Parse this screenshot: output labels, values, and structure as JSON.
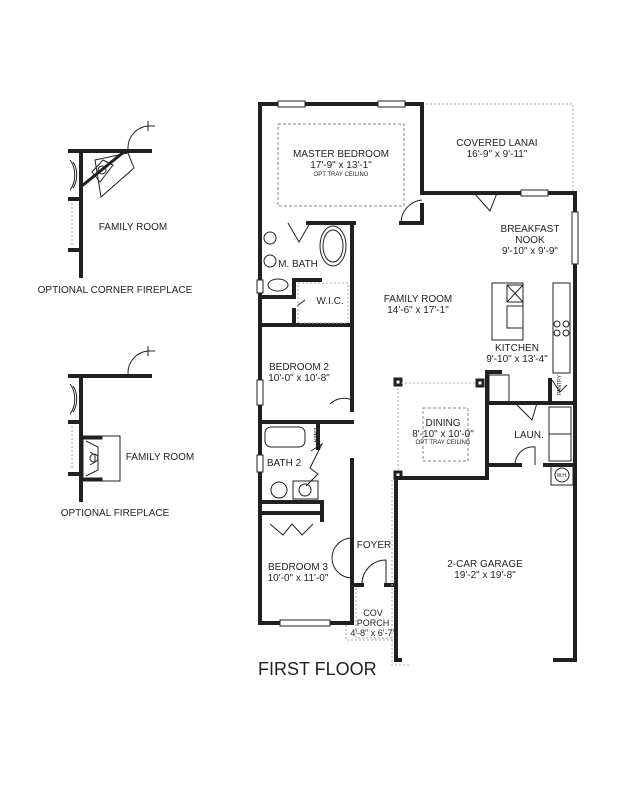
{
  "plan_title": "FIRST FLOOR",
  "rooms": {
    "master_bedroom": {
      "name": "MASTER BEDROOM",
      "size": "17'-9\" x 13'-1\"",
      "note": "OPT TRAY CEILING"
    },
    "covered_lanai": {
      "name": "COVERED LANAI",
      "size": "16'-9\" x 9'-11\""
    },
    "breakfast_nook": {
      "name_line1": "BREAKFAST",
      "name_line2": "NOOK",
      "size": "9'-10\" x 9'-9\""
    },
    "m_bath": {
      "name": "M. BATH"
    },
    "wic": {
      "name": "W.I.C."
    },
    "family_room": {
      "name": "FAMILY ROOM",
      "size": "14'-6\" x 17'-1\""
    },
    "kitchen": {
      "name": "KITCHEN",
      "size": "9'-10\" x 13'-4\""
    },
    "bedroom_2": {
      "name": "BEDROOM 2",
      "size": "10'-0\" x 10'-8\""
    },
    "linen": {
      "name": "LINEN"
    },
    "pantry": {
      "name": "PANTRY"
    },
    "dining": {
      "name": "DINING",
      "size": "8'-10\" x 10'-0\"",
      "note": "OPT TRAY CEILING"
    },
    "laundry": {
      "name": "LAUN."
    },
    "water_heater": {
      "name": "W.H."
    },
    "bath_2": {
      "name": "BATH 2"
    },
    "foyer": {
      "name": "FOYER"
    },
    "bedroom_3": {
      "name": "BEDROOM 3",
      "size": "10'-0\" x 11'-0\""
    },
    "garage": {
      "name": "2-CAR GARAGE",
      "size": "19'-2\" x 19'-8\""
    },
    "cov_porch": {
      "name_line1": "COV",
      "name_line2": "PORCH",
      "size": "4'-8\" x 6'-7\""
    }
  },
  "options": [
    {
      "room_label": "FAMILY ROOM",
      "caption": "OPTIONAL CORNER FIREPLACE"
    },
    {
      "room_label": "FAMILY ROOM",
      "caption": "OPTIONAL FIREPLACE"
    }
  ]
}
